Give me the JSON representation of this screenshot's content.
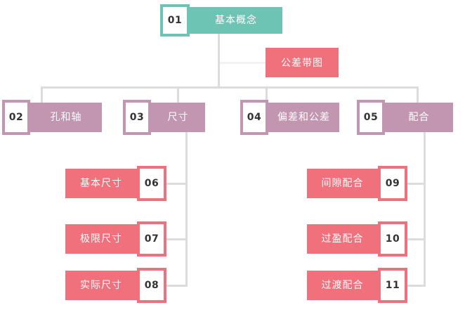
{
  "diagram": {
    "title_node": {
      "number": "01",
      "label": "基本概念",
      "color": "#6ec4b4"
    },
    "side_node": {
      "label": "公差带图",
      "color": "#f0717c"
    },
    "level2": [
      {
        "number": "02",
        "label": "孔和轴",
        "color": "#c295b0"
      },
      {
        "number": "03",
        "label": "尺寸",
        "color": "#c295b0"
      },
      {
        "number": "04",
        "label": "偏差和公差",
        "color": "#c295b0"
      },
      {
        "number": "05",
        "label": "配合",
        "color": "#c295b0"
      }
    ],
    "branch_left": [
      {
        "number": "06",
        "label": "基本尺寸",
        "color": "#f0717c"
      },
      {
        "number": "07",
        "label": "极限尺寸",
        "color": "#f0717c"
      },
      {
        "number": "08",
        "label": "实际尺寸",
        "color": "#f0717c"
      }
    ],
    "branch_right": [
      {
        "number": "09",
        "label": "间隙配合",
        "color": "#f0717c"
      },
      {
        "number": "10",
        "label": "过盈配合",
        "color": "#f0717c"
      },
      {
        "number": "11",
        "label": "过渡配合",
        "color": "#f0717c"
      }
    ],
    "palette": {
      "teal": "#6ec4b4",
      "mauve": "#c295b0",
      "pink": "#f0717c",
      "connector": "#dcdcdc",
      "connector_faint": "#f2f2f2",
      "background": "#ffffff"
    }
  }
}
